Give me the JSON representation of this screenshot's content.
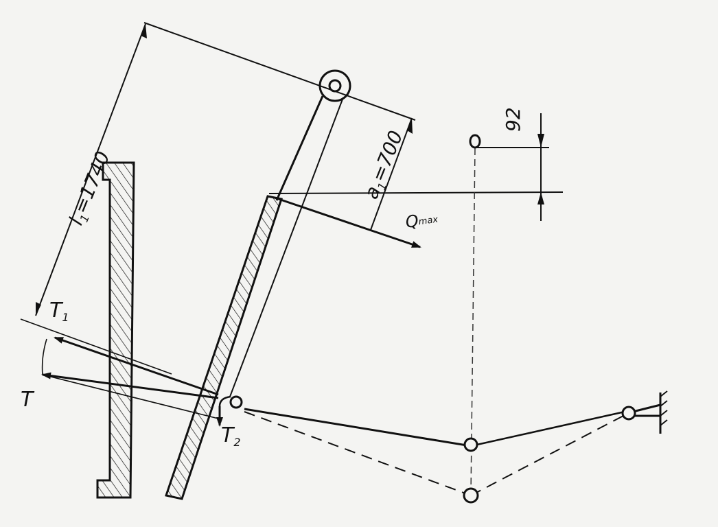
{
  "diagram": {
    "dimensions": {
      "l1": {
        "symbol": "l",
        "sub": "1",
        "value": "=1740"
      },
      "a1": {
        "symbol": "a",
        "sub": "1",
        "value": "=700"
      },
      "offset": {
        "value": "92"
      }
    },
    "forces": {
      "t1": {
        "symbol": "T",
        "sub": "1"
      },
      "t": {
        "symbol": "T"
      },
      "t2": {
        "symbol": "T",
        "sub": "2"
      },
      "q": {
        "symbol": "Q",
        "sub": "max"
      }
    },
    "colors": {
      "paper": "#f4f4f2",
      "ink": "#111111",
      "faint": "#555555"
    }
  }
}
